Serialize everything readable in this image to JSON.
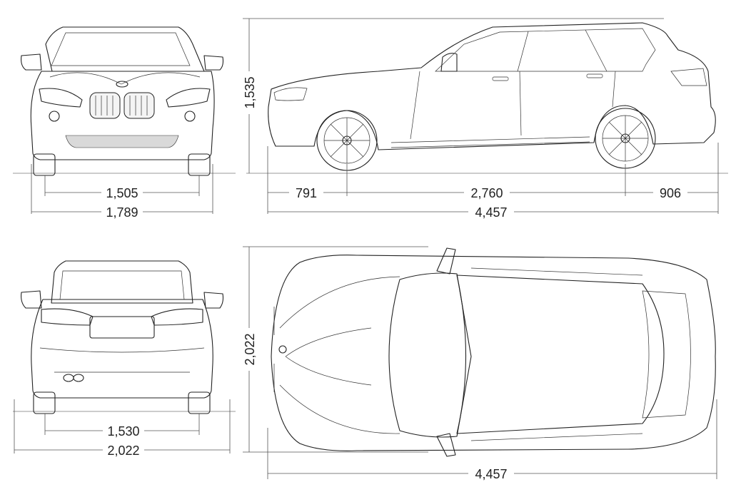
{
  "front_view": {
    "track_label": "1,505",
    "width_label": "1,789"
  },
  "side_view": {
    "height_label": "1,535",
    "front_overhang_label": "791",
    "wheelbase_label": "2,760",
    "rear_overhang_label": "906",
    "length_label": "4,457"
  },
  "rear_view": {
    "track_label": "1,530",
    "width_label": "2,022"
  },
  "top_view": {
    "width_label": "2,022",
    "length_label": "4,457"
  }
}
